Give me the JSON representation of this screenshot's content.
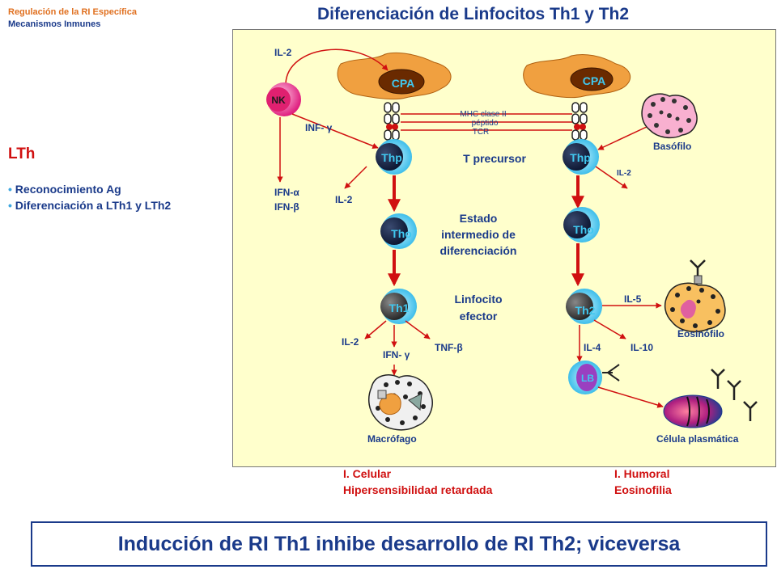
{
  "header": {
    "line1": "Regulación de la RI Específica",
    "line2": "Mecanismos Inmunes"
  },
  "title": "Diferenciación de Linfocitos Th1 y Th2",
  "sidebar": {
    "heading": "LTh",
    "bullets": [
      "Reconocimiento Ag",
      "Diferenciación a LTh1 y LTh2"
    ]
  },
  "diagram": {
    "cells": {
      "cpa_left": "CPA",
      "cpa_right": "CPA",
      "nk": "NK",
      "thp_left": "Thp",
      "thp_right": "Thp",
      "tho_left": "Tho",
      "tho_right": "Tho",
      "th1": "Th1",
      "th2": "Th2",
      "lb": "LB"
    },
    "receptors": {
      "mhc": "MHC clase II",
      "peptido": "péptido",
      "tcr": "TCR"
    },
    "stages": {
      "precursor": "T precursor",
      "intermedio_1": "Estado",
      "intermedio_2": "intermedio de",
      "intermedio_3": "diferenciación",
      "efector_1": "Linfocito",
      "efector_2": "efector"
    },
    "cytokines": {
      "il2_top": "IL-2",
      "inf_gamma": "INF- γ",
      "ifn_alpha": "IFN-α",
      "ifn_beta": "IFN-β",
      "il2_left": "IL-2",
      "il2_th1": "IL-2",
      "ifn_gamma": "IFN- γ",
      "tnf_beta": "TNF-β",
      "il2_right": "IL-2",
      "il5": "IL-5",
      "il4": "IL-4",
      "il10": "IL-10"
    },
    "cell_labels": {
      "basofilo": "Basófilo",
      "eosinofilo": "Eosinófilo",
      "macrofago": "Macrófago",
      "plasmatica": "Célula plasmática"
    }
  },
  "outcomes": {
    "left_1": "I. Celular",
    "left_2": "Hipersensibilidad retardada",
    "right_1": "I. Humoral",
    "right_2": "Eosinofilia"
  },
  "banner": "Inducción de RI Th1 inhibe desarrollo de RI Th2; viceversa",
  "colors": {
    "title": "#1a3a8a",
    "accent_red": "#d01010",
    "panel_bg": "#ffffcc",
    "cpa": "#f0a040",
    "cell_cyan": "#40c8f0",
    "nk_pink": "#f060a0",
    "header_orange": "#e07020"
  }
}
